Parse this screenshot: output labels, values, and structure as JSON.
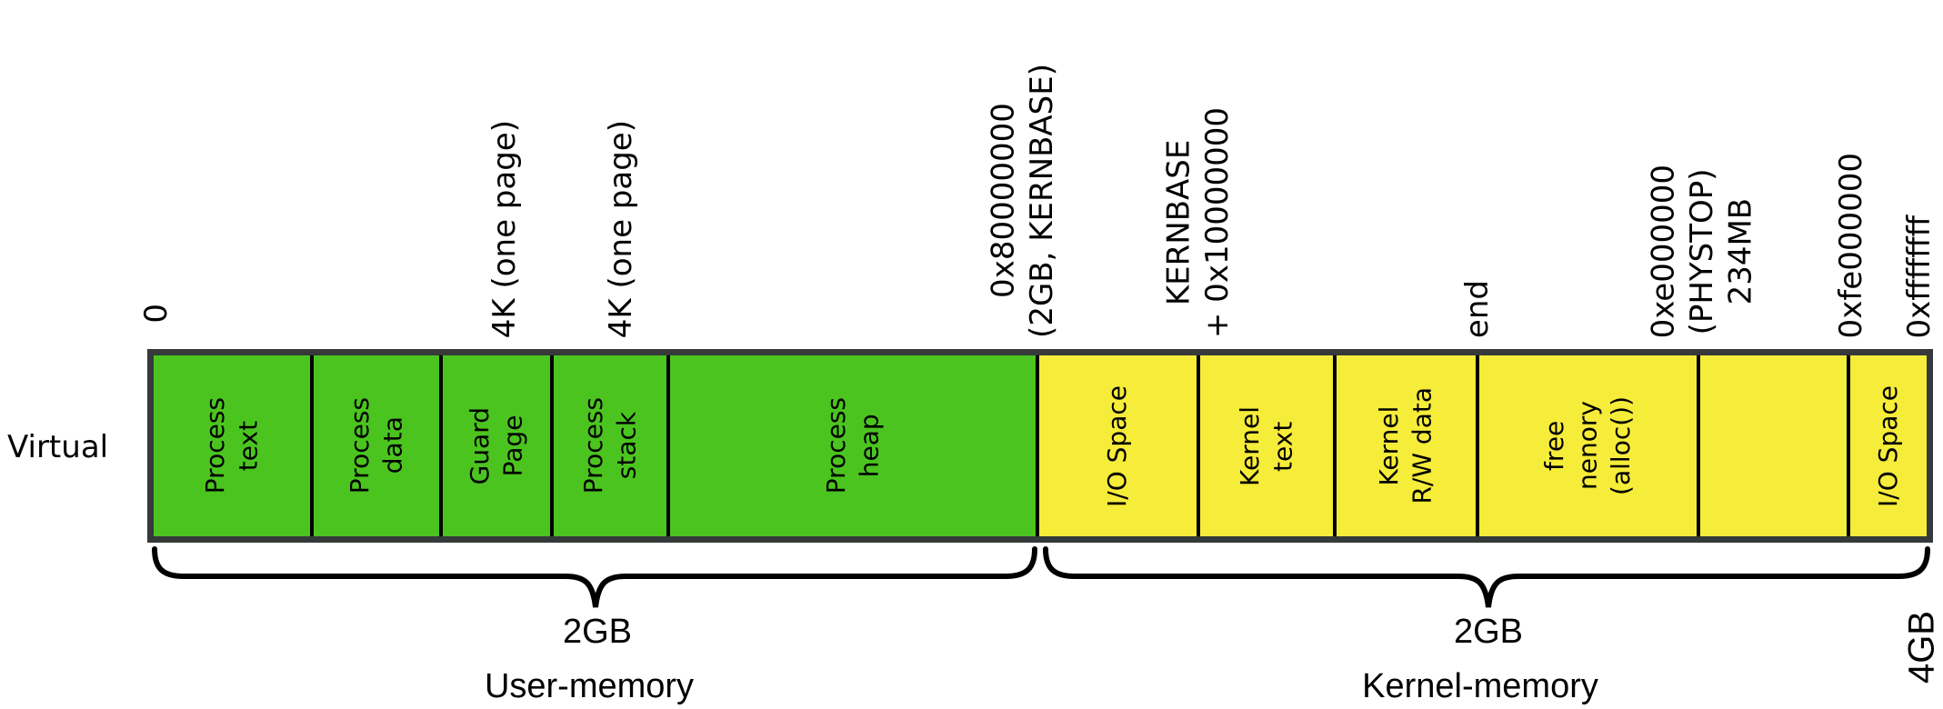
{
  "figure": {
    "axis_label": "Virtual",
    "end_label": "4GB"
  },
  "colors": {
    "user_section_green": "#4bc420",
    "kernel_section_yellow": "#f6ec3a",
    "box_border": "#35393a",
    "divider_line": "#000000"
  },
  "top_labels": [
    {
      "text": "0"
    },
    {
      "text": "4K (one page)"
    },
    {
      "text": "4K (one page)"
    },
    {
      "text": "0x80000000\n(2GB, KERNBASE)"
    },
    {
      "text": "KERNBASE\n+ 0x10000000"
    },
    {
      "text": "end"
    },
    {
      "text": "0xe000000\n(PHYSTOP)\n234MB"
    },
    {
      "text": "0xfe000000"
    },
    {
      "text": "0xffffffff"
    }
  ],
  "sections": [
    {
      "label": "Process\ntext",
      "fill": "green"
    },
    {
      "label": "Process\ndata",
      "fill": "green"
    },
    {
      "label": "Guard\nPage",
      "fill": "green"
    },
    {
      "label": "Process\nstack",
      "fill": "green"
    },
    {
      "label": "Process\nheap",
      "fill": "green"
    },
    {
      "label": "I/O Space",
      "fill": "yellow"
    },
    {
      "label": "Kernel\ntext",
      "fill": "yellow"
    },
    {
      "label": "Kernel\nR/W data",
      "fill": "yellow"
    },
    {
      "label": "free\nnenory\n(alloc())",
      "fill": "yellow"
    },
    {
      "label": "",
      "fill": "yellow"
    },
    {
      "label": "I/O Space",
      "fill": "yellow"
    }
  ],
  "braces": [
    {
      "size_label": "2GB",
      "caption": "User-memory"
    },
    {
      "size_label": "2GB",
      "caption": "Kernel-memory"
    }
  ]
}
